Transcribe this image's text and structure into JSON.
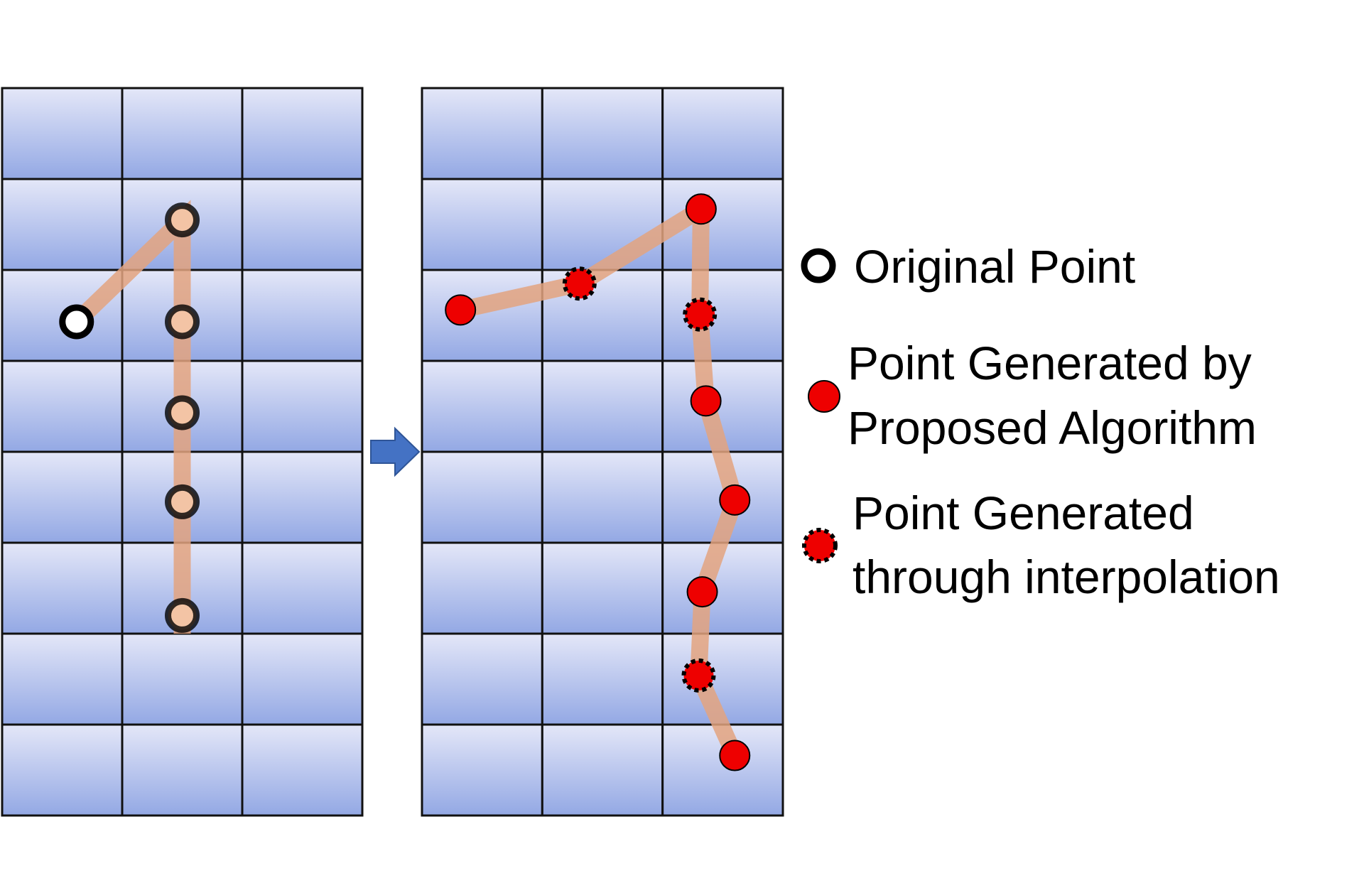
{
  "grid": {
    "rows": 8,
    "cols": 3
  },
  "left_panel": {
    "name": "original-trajectory",
    "points": [
      {
        "col": 0.62,
        "row": 2.57,
        "type": "original",
        "faded": false
      },
      {
        "col": 1.5,
        "row": 1.45,
        "type": "original",
        "faded": true
      },
      {
        "col": 1.5,
        "row": 2.57,
        "type": "original",
        "faded": true
      },
      {
        "col": 1.5,
        "row": 3.57,
        "type": "original",
        "faded": true
      },
      {
        "col": 1.5,
        "row": 4.55,
        "type": "original",
        "faded": true
      },
      {
        "col": 1.5,
        "row": 5.8,
        "type": "original",
        "faded": true
      }
    ],
    "path_end": {
      "col": 1.5,
      "row": 6.0
    }
  },
  "right_panel": {
    "name": "generated-trajectory",
    "points": [
      {
        "col": 0.32,
        "row": 2.44,
        "type": "generated"
      },
      {
        "col": 1.31,
        "row": 2.15,
        "type": "interpolated"
      },
      {
        "col": 2.32,
        "row": 1.33,
        "type": "generated"
      },
      {
        "col": 2.31,
        "row": 2.49,
        "type": "interpolated"
      },
      {
        "col": 2.36,
        "row": 3.44,
        "type": "generated"
      },
      {
        "col": 2.6,
        "row": 4.53,
        "type": "generated"
      },
      {
        "col": 2.33,
        "row": 5.54,
        "type": "generated"
      },
      {
        "col": 2.3,
        "row": 6.46,
        "type": "interpolated"
      },
      {
        "col": 2.6,
        "row": 7.34,
        "type": "generated"
      }
    ]
  },
  "legend": {
    "original_label": "Original Point",
    "generated_label_line1": "Point Generated by",
    "generated_label_line2": "Proposed Algorithm",
    "interpolated_label_line1": "Point Generated",
    "interpolated_label_line2": "through interpolation"
  },
  "colors": {
    "cell_top": "#e4e7f8",
    "cell_bottom": "#93a8e4",
    "grid_line": "#111111",
    "path": "#e3a37f",
    "marker_red": "#ee0000",
    "arrow": "#4472c4",
    "faded_fill": "#f3c4a5"
  }
}
